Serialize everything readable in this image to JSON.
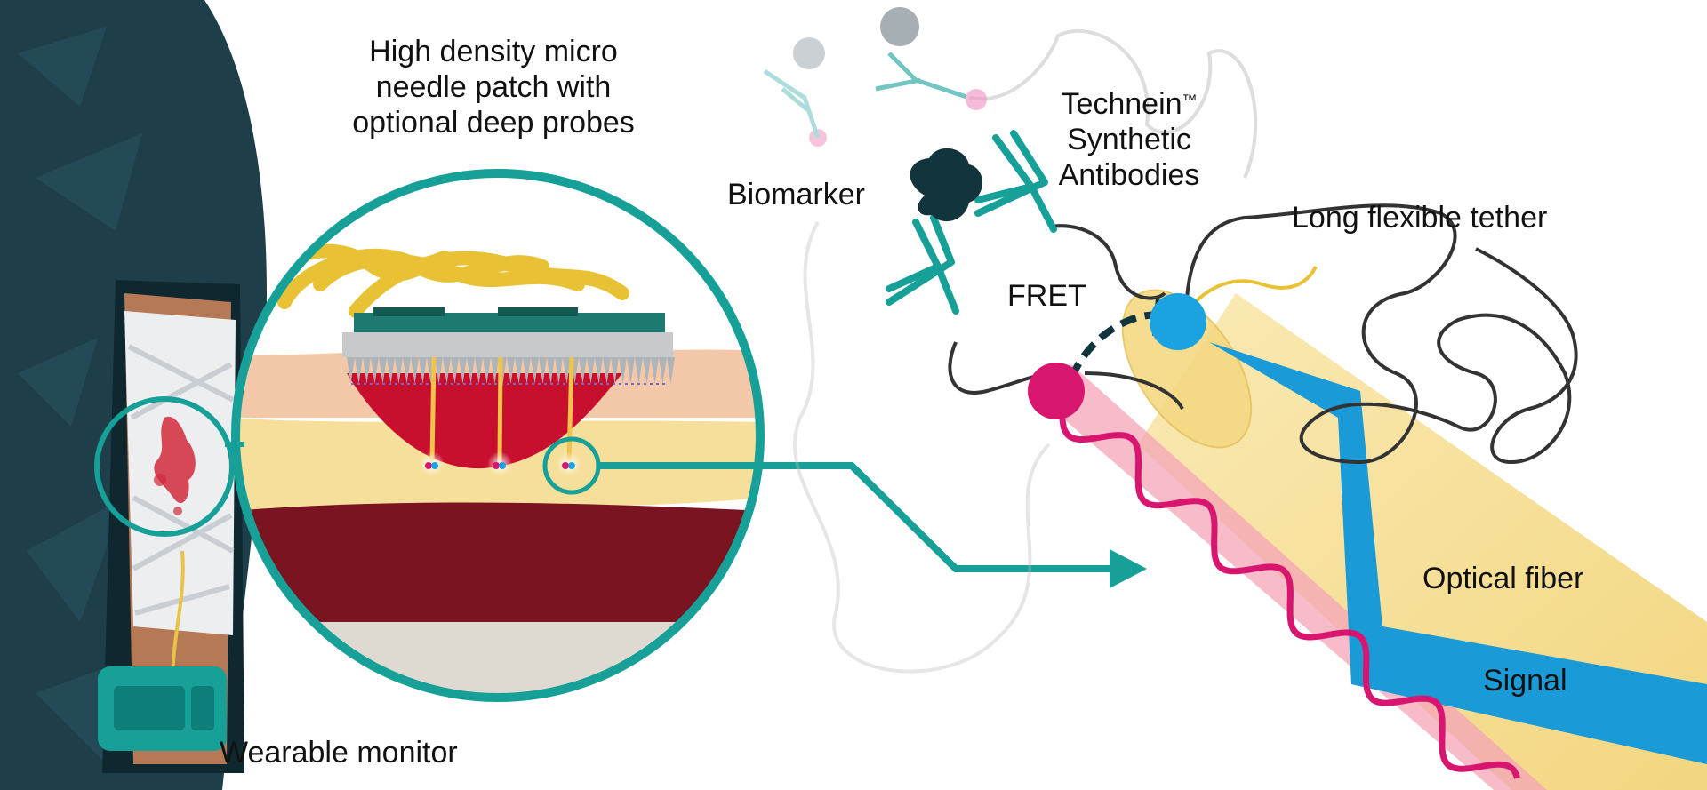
{
  "labels": {
    "patch_line1": "High density micro",
    "patch_line2": "needle patch with",
    "patch_line3": "optional deep probes",
    "technein_name": "Technein",
    "technein_tm": "™",
    "technein_line2": "Synthetic",
    "technein_line3": "Antibodies",
    "biomarker": "Biomarker",
    "tether": "Long flexible tether",
    "fret": "FRET",
    "optical_fiber": "Optical fiber",
    "signal": "Signal",
    "wearable_monitor": "Wearable monitor"
  },
  "colors": {
    "teal": "#16a098",
    "fiber_yellow": "#f5d67a",
    "signal_blue": "#1a9ad6",
    "magenta": "#d9166f",
    "acceptor_blue": "#1aa3e0",
    "sleeve": "#1e3f4a",
    "dark_red": "#7a1420",
    "blood_red": "#c8102e"
  }
}
